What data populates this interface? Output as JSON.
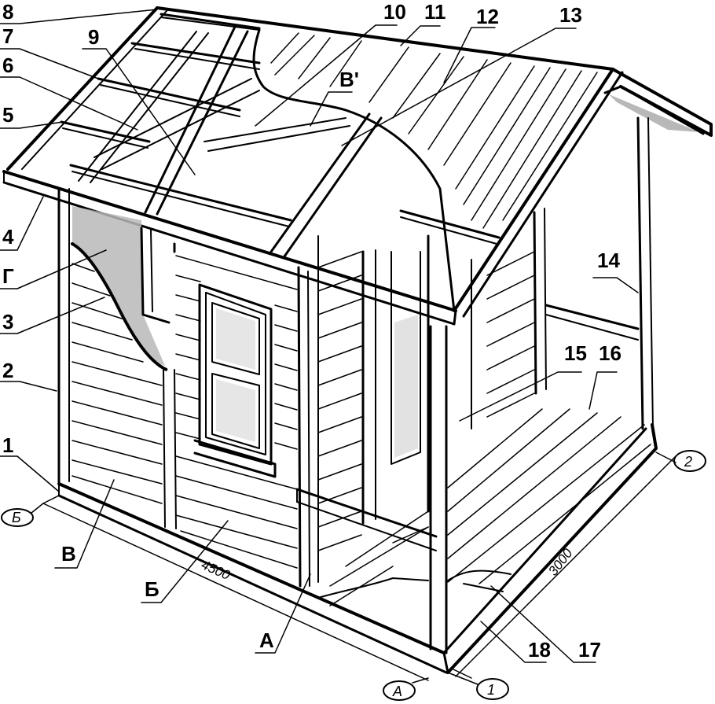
{
  "diagram": {
    "type": "isometric construction drawing of a garden house with porch",
    "colors": {
      "ink": "#000000",
      "paper": "#ffffff",
      "insulation_shade": "#b8b8b8"
    },
    "callouts": [
      {
        "id": "1",
        "label": "1"
      },
      {
        "id": "2",
        "label": "2"
      },
      {
        "id": "3",
        "label": "3"
      },
      {
        "id": "4",
        "label": "4"
      },
      {
        "id": "5",
        "label": "5"
      },
      {
        "id": "6",
        "label": "6"
      },
      {
        "id": "7",
        "label": "7"
      },
      {
        "id": "8",
        "label": "8"
      },
      {
        "id": "9",
        "label": "9"
      },
      {
        "id": "10",
        "label": "10"
      },
      {
        "id": "11",
        "label": "11"
      },
      {
        "id": "12",
        "label": "12"
      },
      {
        "id": "13",
        "label": "13"
      },
      {
        "id": "14",
        "label": "14"
      },
      {
        "id": "15",
        "label": "15"
      },
      {
        "id": "16",
        "label": "16"
      },
      {
        "id": "17",
        "label": "17"
      },
      {
        "id": "18",
        "label": "18"
      }
    ],
    "letter_callouts": {
      "A": "А",
      "B": "Б",
      "V": "В",
      "V1": "В'",
      "G": "Г"
    },
    "dimensions": {
      "length": "4500",
      "width": "3000"
    },
    "grid_axes": {
      "axis_A": "А",
      "axis_B": "Б",
      "axis_1": "1",
      "axis_2": "2"
    }
  }
}
